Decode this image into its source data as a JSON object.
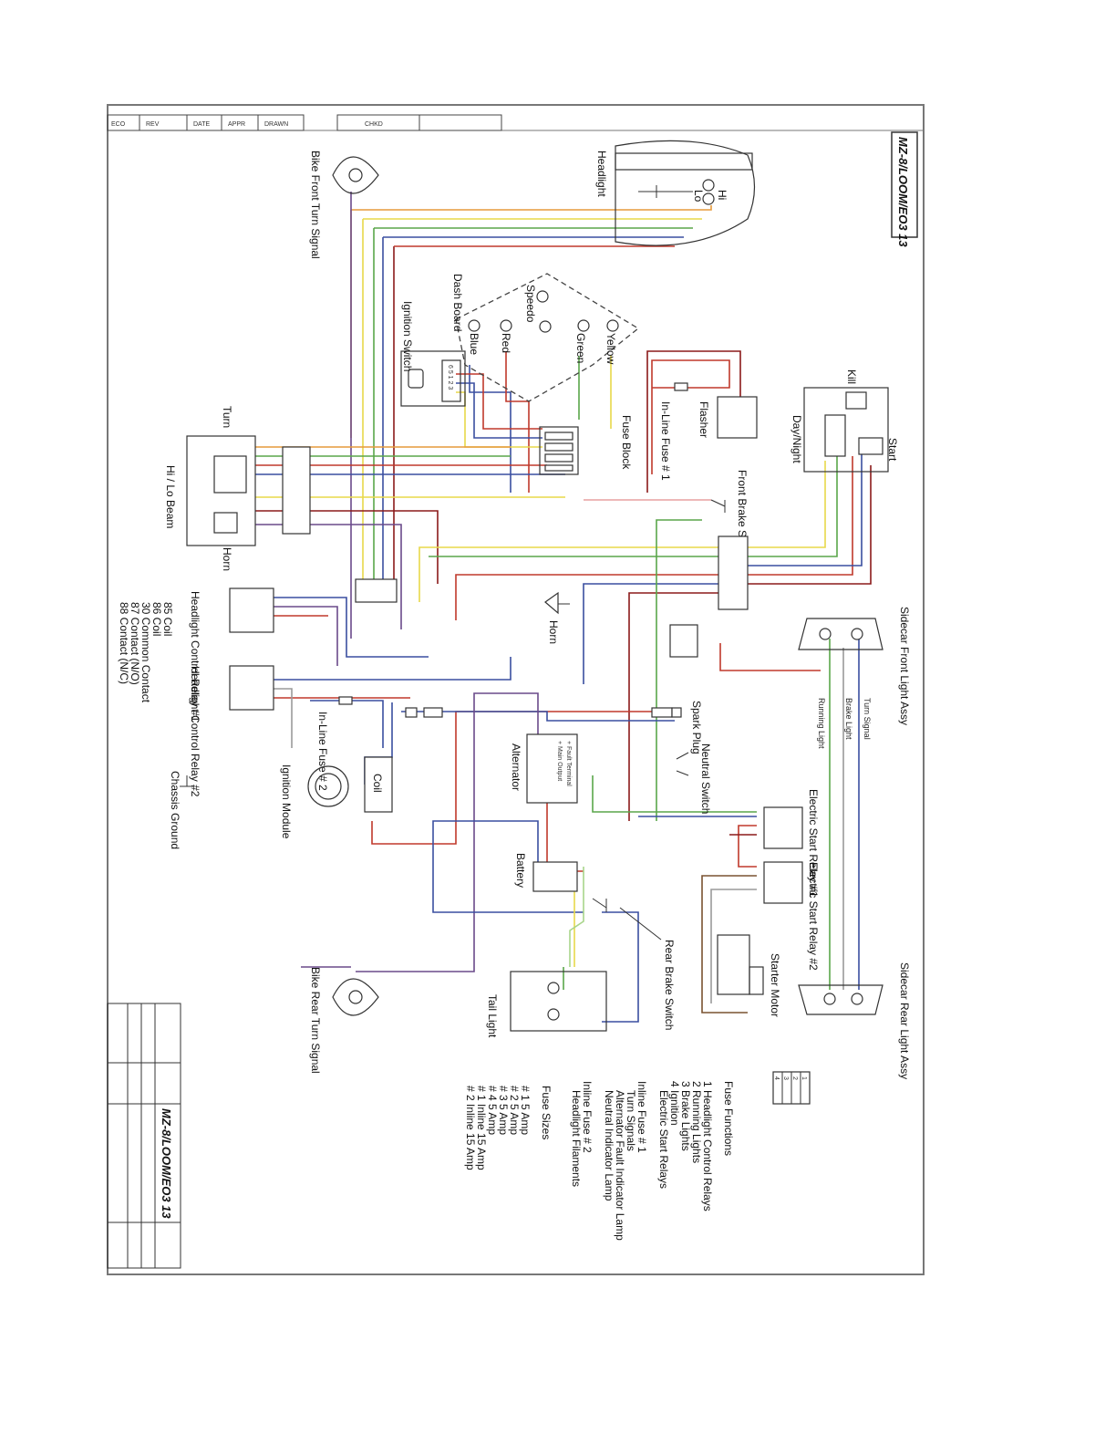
{
  "drawing": {
    "title_top": "MZ-8/LOOM/EO3 13",
    "title_block_number": "MZ-8/LOOM/EO3 13",
    "header_cells": [
      "ECO",
      "REV",
      "DATE",
      "APPR",
      "DRAWN",
      "CHKD"
    ]
  },
  "colors": {
    "frame": "#777777",
    "ink": "#222222",
    "wire_red": "#c0392b",
    "wire_darkred": "#8b1a1a",
    "wire_orange": "#e69a3c",
    "wire_yellow": "#e8d84a",
    "wire_green": "#5aa64a",
    "wire_blue": "#3a4fa0",
    "wire_purple": "#6a4a8a",
    "wire_brown": "#7a5230",
    "wire_black": "#222222",
    "wire_grey": "#9a9a9a",
    "wire_pink": "#e7a0a0",
    "wire_lightgreen": "#a8d58a"
  },
  "components": {
    "headlight": "Headlight",
    "headlight_hi": "Hi",
    "headlight_lo": "Lo",
    "bike_front_turn": "Bike Front Turn Signal",
    "bike_rear_turn": "Bike Rear Turn Signal",
    "dash_board": "Dash Board",
    "ignition_switch": "Ignition Switch",
    "ignition_pins": "6 5 1 2 3",
    "lamp_blue": "Blue",
    "lamp_red": "Red",
    "lamp_green": "Green",
    "lamp_yellow": "Yellow",
    "lamp_speedo": "Speedo",
    "flasher": "Flasher",
    "inline_fuse_1": "In-Line Fuse # 1",
    "fuse_block": "Fuse Block",
    "kill": "Kill",
    "start": "Start",
    "day_night": "Day/Night",
    "front_brake_switch": "Front Brake Switch",
    "turn": "Turn",
    "hi_lo_beam": "Hi / Lo Beam",
    "horn_switch": "Horn",
    "horn": "Horn",
    "headlight_relay_1": "Headlight Control Relay #1",
    "headlight_relay_2": "Headlight Control Relay #2",
    "relay_pin_legend": [
      "85 Coil",
      "86 Coil",
      "30 Common Contact",
      "87 Contact (N/O)",
      "88 Contact (N/C)"
    ],
    "inline_fuse_2": "In-Line Fuse # 2",
    "ignition_module": "Ignition Module",
    "coil": "Coil",
    "chassis_ground": "Chassis Ground",
    "spark_plug": "Spark Plug",
    "neutral_switch": "Neutral Switch",
    "alternator": "Alternator",
    "alternator_terms": [
      "+ Main Output",
      "+ Fault Terminal"
    ],
    "battery": "Battery",
    "rear_brake_switch": "Rear Brake Switch",
    "tail_light": "Tail Light",
    "starter_motor": "Starter Motor",
    "es_relay_1": "Electric Start Relay #1",
    "es_relay_2": "Electric Start Relay #2",
    "sidecar_front": "Sidecar Front Light Assy",
    "sidecar_rear": "Sidecar Rear Light Assy",
    "turn_signal": "Turn Signal",
    "brake_light": "Brake Light",
    "running_light": "Running Light",
    "fuse_grid_labels": [
      "1",
      "2",
      "3",
      "4"
    ]
  },
  "notes": {
    "fuse_functions_title": "Fuse Functions",
    "fuse_functions": [
      "1 Headlight Control Relays",
      "2 Running Lights",
      "3 Brake Lights",
      "4 Ignition",
      "Electric Start Relays"
    ],
    "inline_fuse_1_title": "Inline Fuse # 1",
    "inline_fuse_1_items": [
      "Turn Signals",
      "Alternator Fault Indicator Lamp",
      "Neutral Indicator Lamp"
    ],
    "inline_fuse_2_title": "Inline Fuse # 2",
    "inline_fuse_2_items": [
      "Headlight Filaments"
    ],
    "fuse_sizes_title": "Fuse Sizes",
    "fuse_sizes": [
      "# 1  5 Amp",
      "# 2  5 Amp",
      "# 3  5 Amp",
      "# 4  5 Amp",
      "# 1 Inline  15 Amp",
      "# 2 Inline  15 Amp"
    ]
  }
}
